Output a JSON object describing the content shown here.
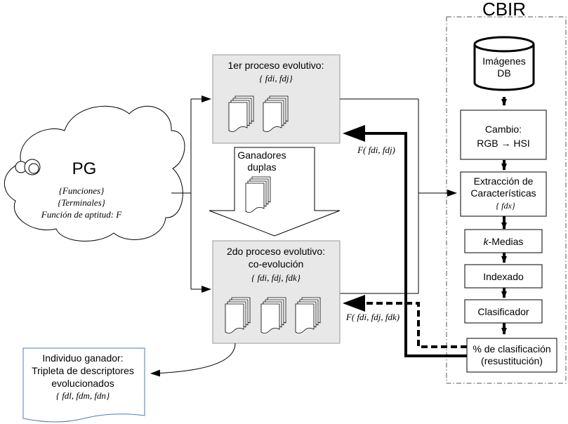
{
  "cbir": {
    "title": "CBIR",
    "db_line1": "Imágenes",
    "db_line2": "DB",
    "cambio_line1": "Cambio:",
    "cambio_line2": "RGB → HSI",
    "extraccion_line1": "Extracción de",
    "extraccion_line2": "Características",
    "extraccion_var": "{ fdx}",
    "kmedias_k": "k",
    "kmedias_rest": "-Medias",
    "indexado": "Indexado",
    "clasificador": "Clasificador",
    "porcentaje_line1": "% de clasificación",
    "porcentaje_line2": "(resustitución)"
  },
  "pg": {
    "title": "PG",
    "line1": "{Funciones}",
    "line2": "{Terminales}",
    "line3": "Función de aptitud: F"
  },
  "proceso1": {
    "title": "1er proceso evolutivo:",
    "vars": "{ fdi, fdj}"
  },
  "proceso2": {
    "title_line1": "2do proceso evolutivo:",
    "title_line2": "co-evolución",
    "vars": "{ fdi, fdj, fdk}"
  },
  "ganadores": {
    "line1": "Ganadores",
    "line2": "duplas"
  },
  "fitness": {
    "f1": "F( fdi, fdj)",
    "f2": "F( fdi, fdj, fdk)"
  },
  "individuo": {
    "line1": "Individuo ganador:",
    "line2": "Tripleta de descriptores",
    "line3": "evolucionados",
    "vars": "{ fdl, fdm, fdn}"
  }
}
